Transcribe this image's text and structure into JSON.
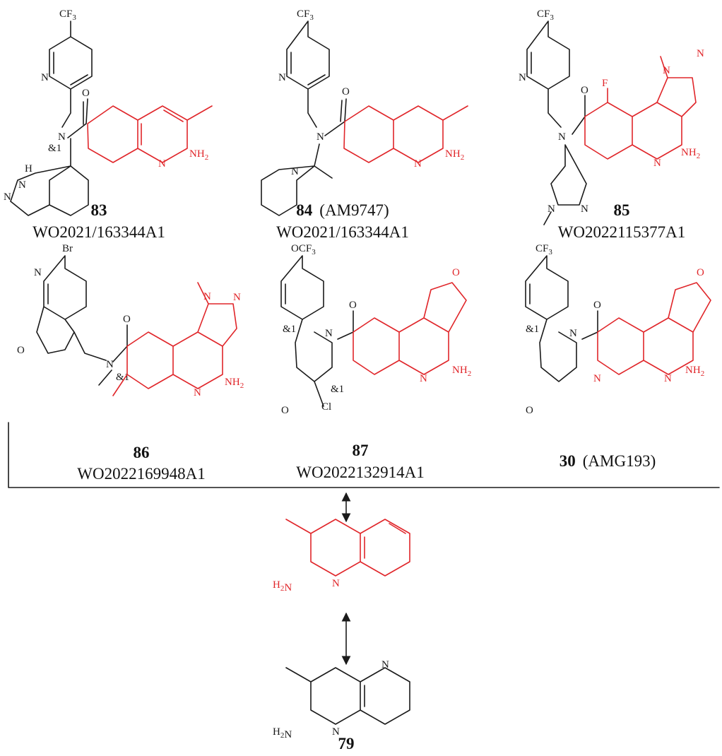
{
  "compounds": [
    {
      "num": "83",
      "note": "",
      "patent": "WO2021/163344A1"
    },
    {
      "num": "84",
      "note": "(AM9747)",
      "patent": "WO2021/163344A1"
    },
    {
      "num": "85",
      "note": "",
      "patent": "WO2022115377A1"
    },
    {
      "num": "86",
      "note": "",
      "patent": "WO2022169948A1"
    },
    {
      "num": "87",
      "note": "",
      "patent": "WO2022132914A1"
    },
    {
      "num": "30",
      "note": "(AMG193)",
      "patent": ""
    },
    {
      "num": "79",
      "note": "",
      "patent": ""
    }
  ],
  "atoms": {
    "cf3": "CF3",
    "ocf3": "OCF3",
    "n": "N",
    "o": "O",
    "f": "F",
    "br": "Br",
    "cl": "Cl",
    "h": "H",
    "nh2": "NH2",
    "h2n": "H2N",
    "stereo": "&1"
  },
  "colors": {
    "highlight": "#e0262a",
    "ink": "#1a1a1a"
  }
}
